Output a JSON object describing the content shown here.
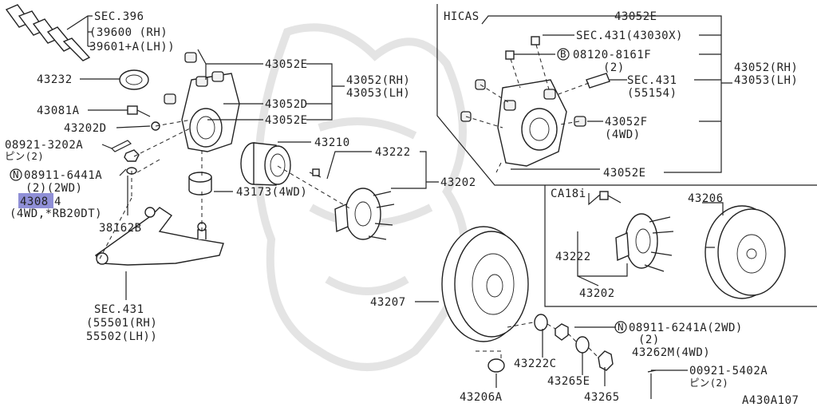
{
  "diagram_id": "A430A107",
  "highlight_color": "#8f8fd6",
  "labels": {
    "sec396": "SEC.396",
    "p39600": "(39600  (RH)",
    "p39601": " 39601+A(LH))",
    "p43232": "43232",
    "p43081a": "43081A",
    "p43202d": "43202D",
    "p08921": "08921-3202A",
    "pin2a": "ピン(2)",
    "p08911_6441a": "08911-6441A",
    "n_symbol": "N",
    "qty2_2wd": "(2)(2WD)",
    "p4308_hl": "4308",
    "p4308_rest": "4",
    "p4wd_rb20dt": "(4WD,*RB20DT)",
    "p38162b": "38162B",
    "sec431": "SEC.431",
    "p55501": "(55501(RH)",
    "p55502": " 55502(LH))",
    "p43052e_1": "43052E",
    "p43052d": "43052D",
    "p43052e_2": "43052E",
    "p43052rh_a": "43052(RH)",
    "p43053lh_a": "43053(LH)",
    "p43210": "43210",
    "p43173": "43173(4WD)",
    "p43222_a": "43222",
    "p43202_a": "43202",
    "hicas": "HICAS",
    "h43052e_top": "43052E",
    "hsec431_43030x": "SEC.431(43030X)",
    "b_symbol": "B",
    "h08120": "08120-8161F",
    "h_qty2": "(2)",
    "hsec431": "SEC.431",
    "h55154": "(55154)",
    "h43052f": "43052F",
    "h4wd": "(4WD)",
    "h43052e_bot": "43052E",
    "h43052rh": "43052(RH)",
    "h43053lh": "43053(LH)",
    "ca18i": "CA18i",
    "c43222": "43222",
    "c43202": "43202",
    "c43206": "43206",
    "p43207": "43207",
    "p08911_6241a": "08911-6241A(2WD)",
    "p_qty2b": "(2)",
    "p43262m": "43262M(4WD)",
    "p43222c": "43222C",
    "p43265e": "43265E",
    "p43265": "43265",
    "p43206a": "43206A",
    "p00921": "00921-5402A",
    "pin2b": "ピン(2)",
    "n_symbol2": "N"
  }
}
